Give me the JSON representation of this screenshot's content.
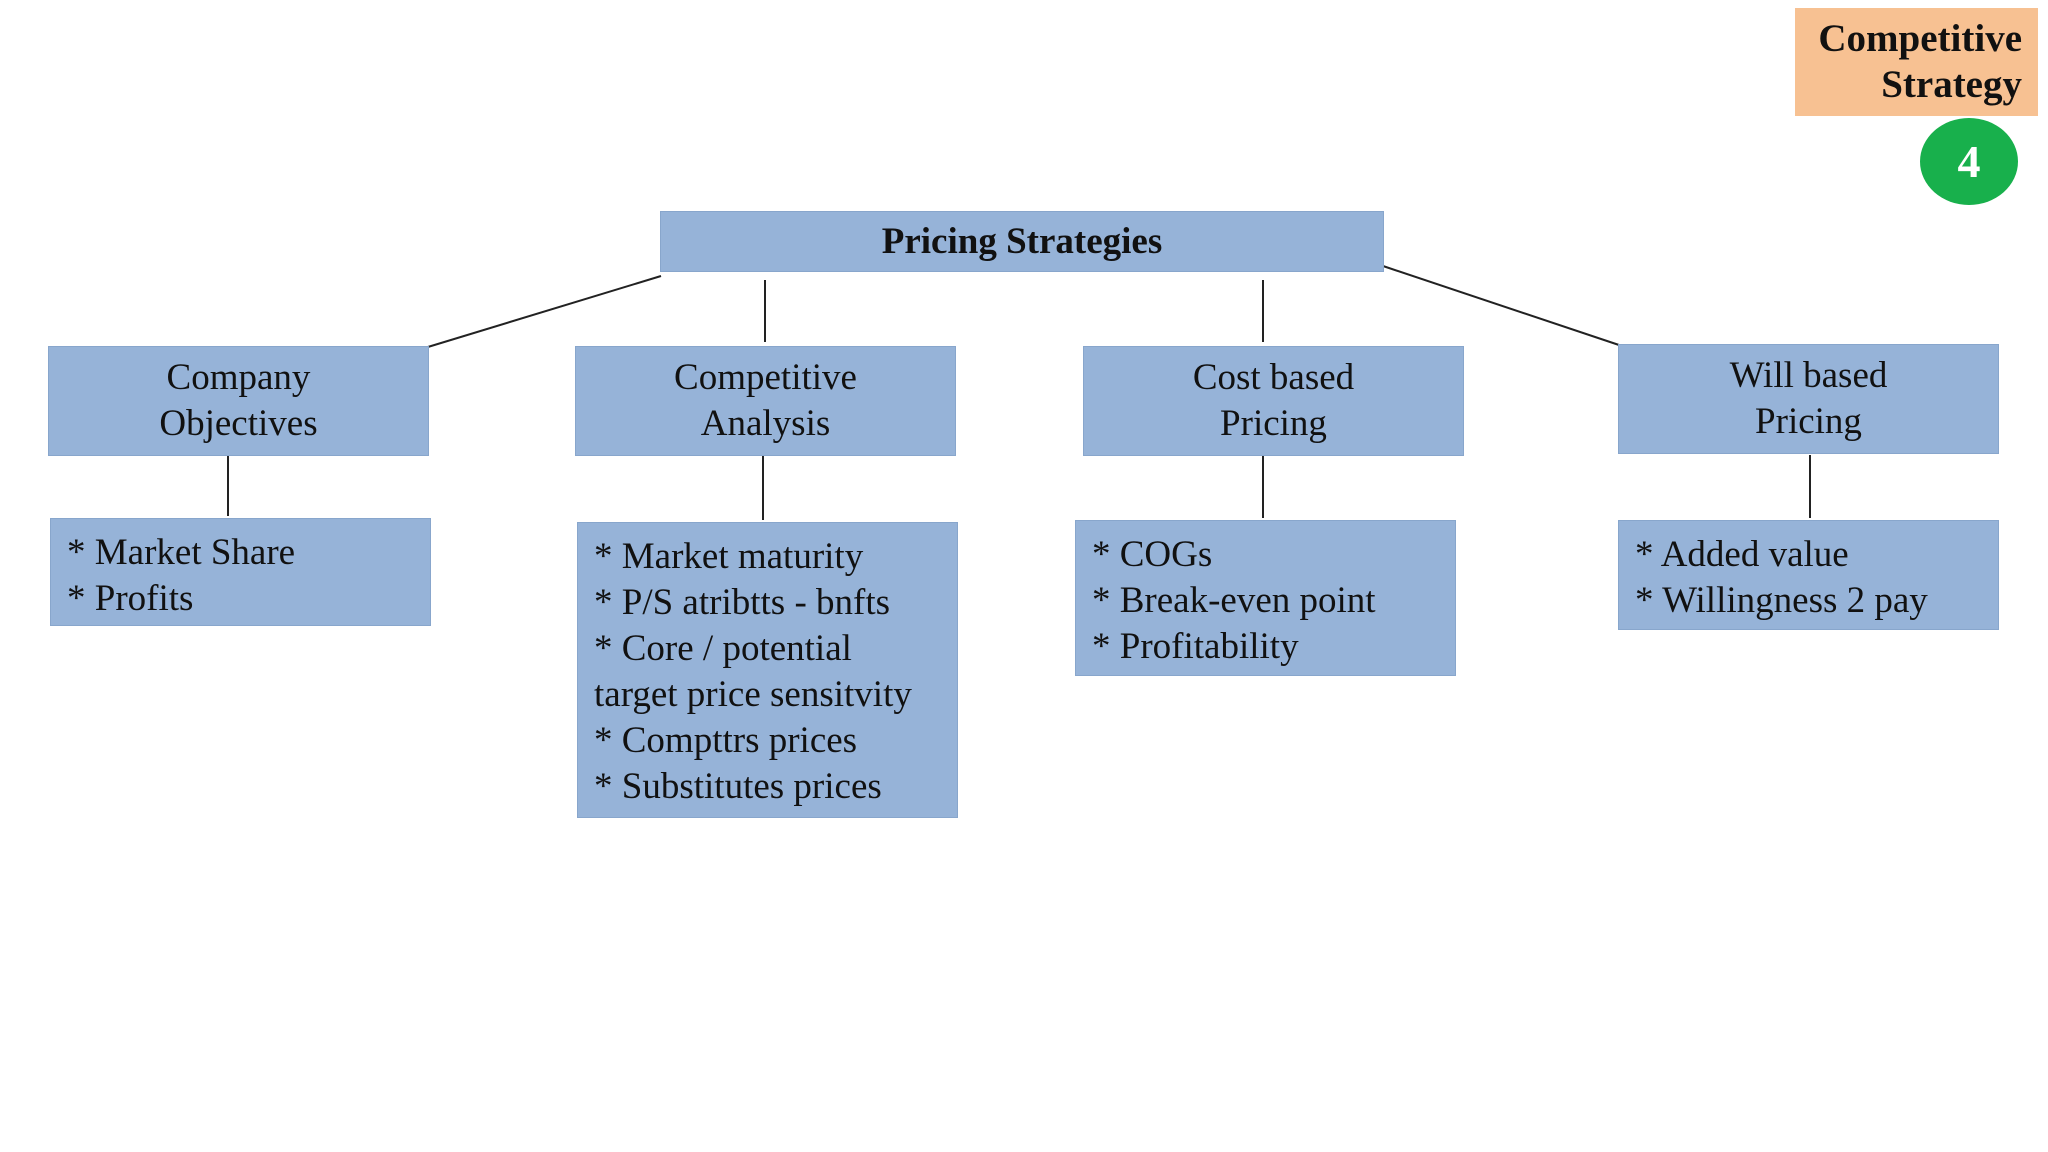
{
  "badge": {
    "line1": "Competitive",
    "line2": "Strategy",
    "step": "4",
    "color": "#f7c192",
    "step_color": "#18b04c"
  },
  "root": {
    "label": "Pricing Strategies"
  },
  "box_color": "#96b3d8",
  "categories": [
    {
      "title_line1": "Company",
      "title_line2": "Objectives",
      "items": [
        "* Market Share",
        "* Profits"
      ]
    },
    {
      "title_line1": "Competitive",
      "title_line2": "Analysis",
      "items": [
        "* Market maturity",
        "* P/S atribtts - bnfts",
        "* Core / potential",
        "target price sensitvity",
        "* Compttrs prices",
        "* Substitutes prices"
      ]
    },
    {
      "title_line1": "Cost based",
      "title_line2": "Pricing",
      "items": [
        "* COGs",
        "* Break-even point",
        "* Profitability"
      ]
    },
    {
      "title_line1": "Will based",
      "title_line2": "Pricing",
      "items": [
        "* Added value",
        "* Willingness 2 pay"
      ]
    }
  ]
}
